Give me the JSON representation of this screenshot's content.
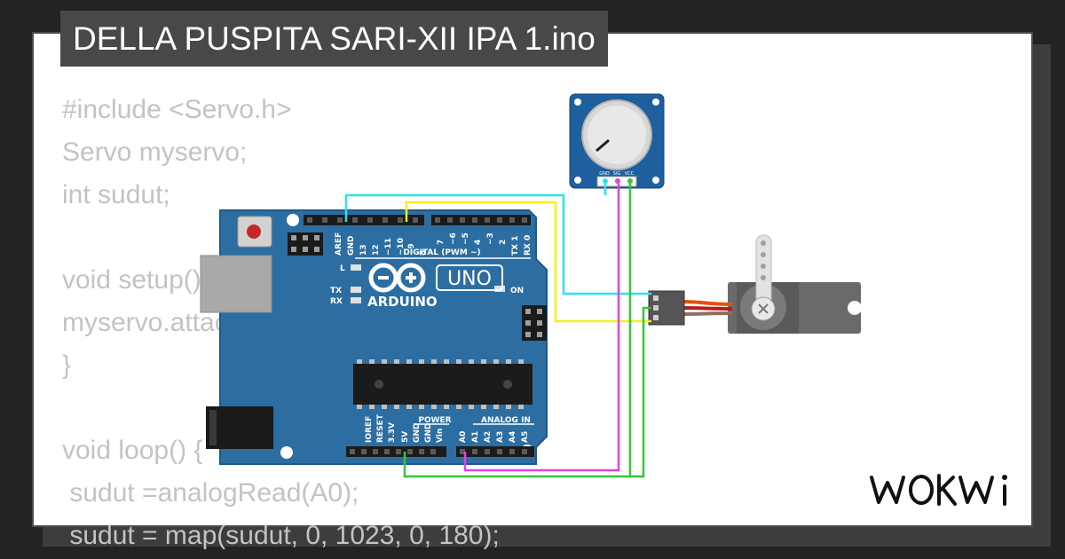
{
  "project": {
    "title": "DELLA PUSPITA SARI-XII IPA 1.ino"
  },
  "code_lines": [
    "#include <Servo.h>",
    "Servo myservo;",
    "int sudut;",
    "",
    "void setup() {",
    "myservo.attach(9);",
    "}",
    "",
    "void loop() {",
    " sudut =analogRead(A0);",
    " sudut = map(sudut, 0, 1023, 0, 180);"
  ],
  "arduino": {
    "brand": "ARDUINO",
    "model": "UNO",
    "digital_header": "DIGITAL (PWM ~)",
    "power_header": "POWER",
    "analog_header": "ANALOG IN",
    "led_l": "L",
    "led_tx": "TX",
    "led_rx": "RX",
    "led_on": "ON",
    "digital_pins_left": [
      "AREF",
      "GND",
      "13",
      "12",
      "~11",
      "~10",
      "~9",
      "8"
    ],
    "digital_pins_right": [
      "7",
      "~6",
      "~5",
      "4",
      "~3",
      "2",
      "TX 1",
      "RX 0"
    ],
    "power_pins": [
      "IOREF",
      "RESET",
      "3.3V",
      "5V",
      "GND",
      "GND",
      "Vin"
    ],
    "analog_pins": [
      "A0",
      "A1",
      "A2",
      "A3",
      "A4",
      "A5"
    ],
    "board_color": "#2c6ea2"
  },
  "potentiometer": {
    "pins": [
      "GND",
      "SIG",
      "VCC"
    ],
    "board_color": "#1e5f9e"
  },
  "servo": {
    "body_color": "#6a6a6a"
  },
  "wires": {
    "cyan": "#2de2ef",
    "yellow": "#f7ef1a",
    "magenta": "#e43fe6",
    "green": "#34c63b"
  },
  "brand_logo": {
    "text": "WOKWI"
  }
}
